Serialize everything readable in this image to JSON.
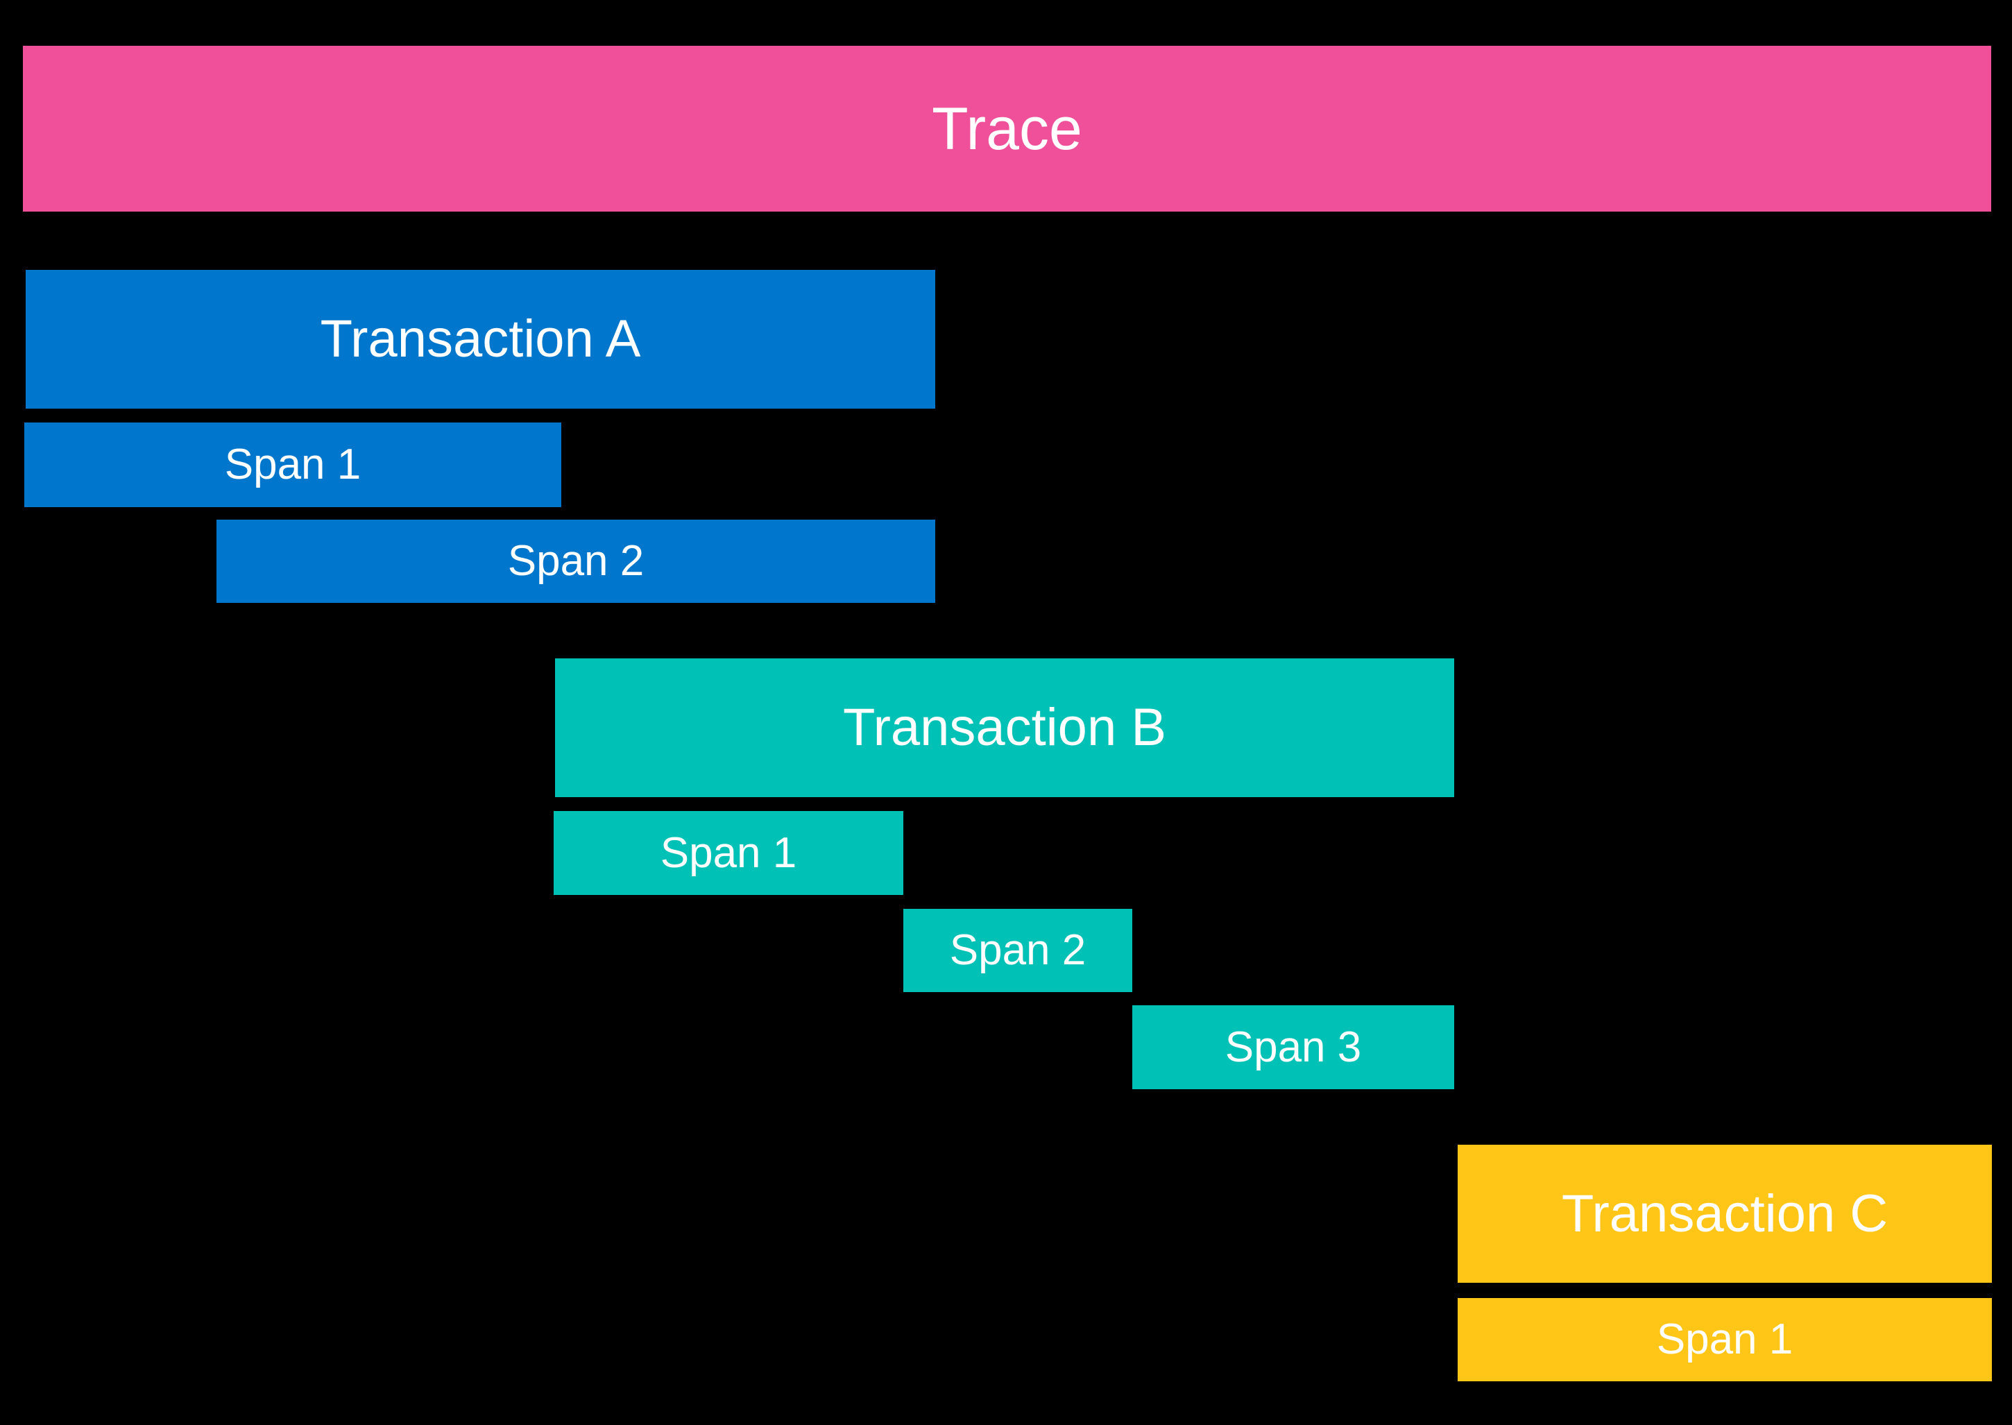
{
  "diagram": {
    "title": "Trace",
    "background_color": "#000000",
    "palette": {
      "trace": "#ef5099",
      "transaction_a": "#0077cc",
      "transaction_b": "#00c1b5",
      "transaction_c": "#ffc517",
      "text": "#ffffff"
    },
    "trace": {
      "label": "Trace"
    },
    "transactions": [
      {
        "label": "Transaction A",
        "color": "#0077cc",
        "spans": [
          {
            "label": "Span 1"
          },
          {
            "label": "Span 2"
          }
        ]
      },
      {
        "label": "Transaction B",
        "color": "#00c1b5",
        "spans": [
          {
            "label": "Span 1"
          },
          {
            "label": "Span 2"
          },
          {
            "label": "Span 3"
          }
        ]
      },
      {
        "label": "Transaction C",
        "color": "#ffc517",
        "spans": [
          {
            "label": "Span 1"
          }
        ]
      }
    ]
  }
}
